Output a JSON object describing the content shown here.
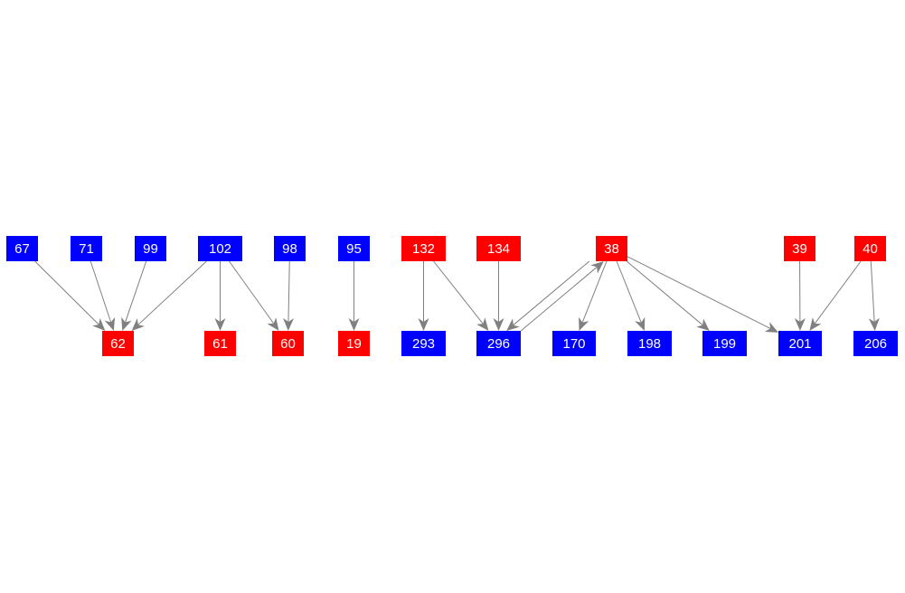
{
  "colors": {
    "red": "#ff0000",
    "blue": "#0000ff",
    "edge": "#808080",
    "text": "#ffffff"
  },
  "nodes": [
    {
      "id": "67",
      "label": "67",
      "color": "blue"
    },
    {
      "id": "71",
      "label": "71",
      "color": "blue"
    },
    {
      "id": "99",
      "label": "99",
      "color": "blue"
    },
    {
      "id": "102",
      "label": "102",
      "color": "blue"
    },
    {
      "id": "98",
      "label": "98",
      "color": "blue"
    },
    {
      "id": "95",
      "label": "95",
      "color": "blue"
    },
    {
      "id": "132",
      "label": "132",
      "color": "red"
    },
    {
      "id": "134",
      "label": "134",
      "color": "red"
    },
    {
      "id": "38",
      "label": "38",
      "color": "red"
    },
    {
      "id": "39",
      "label": "39",
      "color": "red"
    },
    {
      "id": "40",
      "label": "40",
      "color": "red"
    },
    {
      "id": "62",
      "label": "62",
      "color": "red"
    },
    {
      "id": "61",
      "label": "61",
      "color": "red"
    },
    {
      "id": "60",
      "label": "60",
      "color": "red"
    },
    {
      "id": "19",
      "label": "19",
      "color": "red"
    },
    {
      "id": "293",
      "label": "293",
      "color": "blue"
    },
    {
      "id": "296",
      "label": "296",
      "color": "blue"
    },
    {
      "id": "170",
      "label": "170",
      "color": "blue"
    },
    {
      "id": "198",
      "label": "198",
      "color": "blue"
    },
    {
      "id": "199",
      "label": "199",
      "color": "blue"
    },
    {
      "id": "201",
      "label": "201",
      "color": "blue"
    },
    {
      "id": "206",
      "label": "206",
      "color": "blue"
    }
  ],
  "edges": [
    [
      "67",
      "62"
    ],
    [
      "71",
      "62"
    ],
    [
      "99",
      "62"
    ],
    [
      "102",
      "62"
    ],
    [
      "102",
      "61"
    ],
    [
      "102",
      "60"
    ],
    [
      "98",
      "60"
    ],
    [
      "95",
      "19"
    ],
    [
      "132",
      "293"
    ],
    [
      "132",
      "296"
    ],
    [
      "134",
      "296"
    ],
    [
      "38",
      "296"
    ],
    [
      "296",
      "38"
    ],
    [
      "38",
      "170"
    ],
    [
      "38",
      "198"
    ],
    [
      "38",
      "199"
    ],
    [
      "38",
      "201"
    ],
    [
      "39",
      "201"
    ],
    [
      "40",
      "201"
    ],
    [
      "40",
      "206"
    ]
  ]
}
